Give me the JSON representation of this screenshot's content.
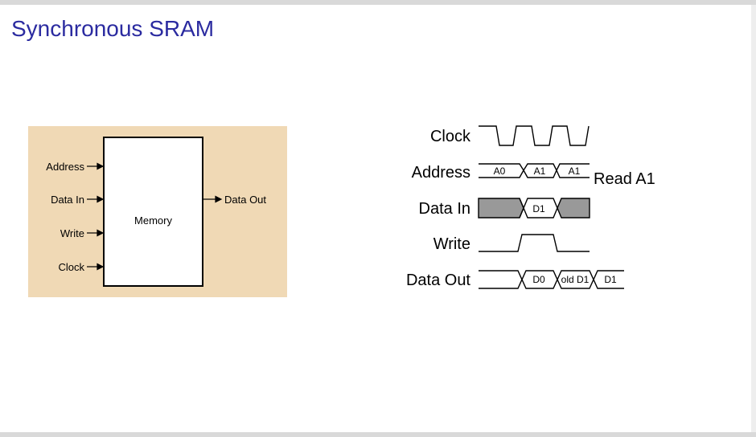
{
  "title": "Synchronous SRAM",
  "block": {
    "label": "Memory",
    "inputs": [
      "Address",
      "Data In",
      "Write",
      "Clock"
    ],
    "output": "Data Out"
  },
  "timing": {
    "signals": [
      "Clock",
      "Address",
      "Data In",
      "Write",
      "Data Out"
    ],
    "address_values": [
      "A0",
      "A1",
      "A1"
    ],
    "data_in_value": "D1",
    "data_out_values": [
      "D0",
      "old D1",
      "D1"
    ],
    "annotation": "Read A1"
  },
  "colors": {
    "title": "#2b2ba0",
    "panel": "#f0d9b5",
    "dont_care": "#999999"
  }
}
